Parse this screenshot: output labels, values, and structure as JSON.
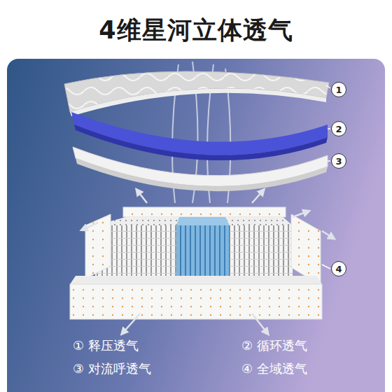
{
  "diagram": {
    "title": "4维星河立体透气",
    "nodes": [
      {
        "text": [
          "1"
        ]
      },
      {
        "text": [
          "2"
        ]
      },
      {
        "text": [
          "3"
        ]
      },
      {
        "text": [
          "4"
        ]
      }
    ],
    "labels": [
      "① 释压透气",
      "② 循环透气",
      "③ 对流呼透气",
      "④ 全域透气"
    ]
  }
}
